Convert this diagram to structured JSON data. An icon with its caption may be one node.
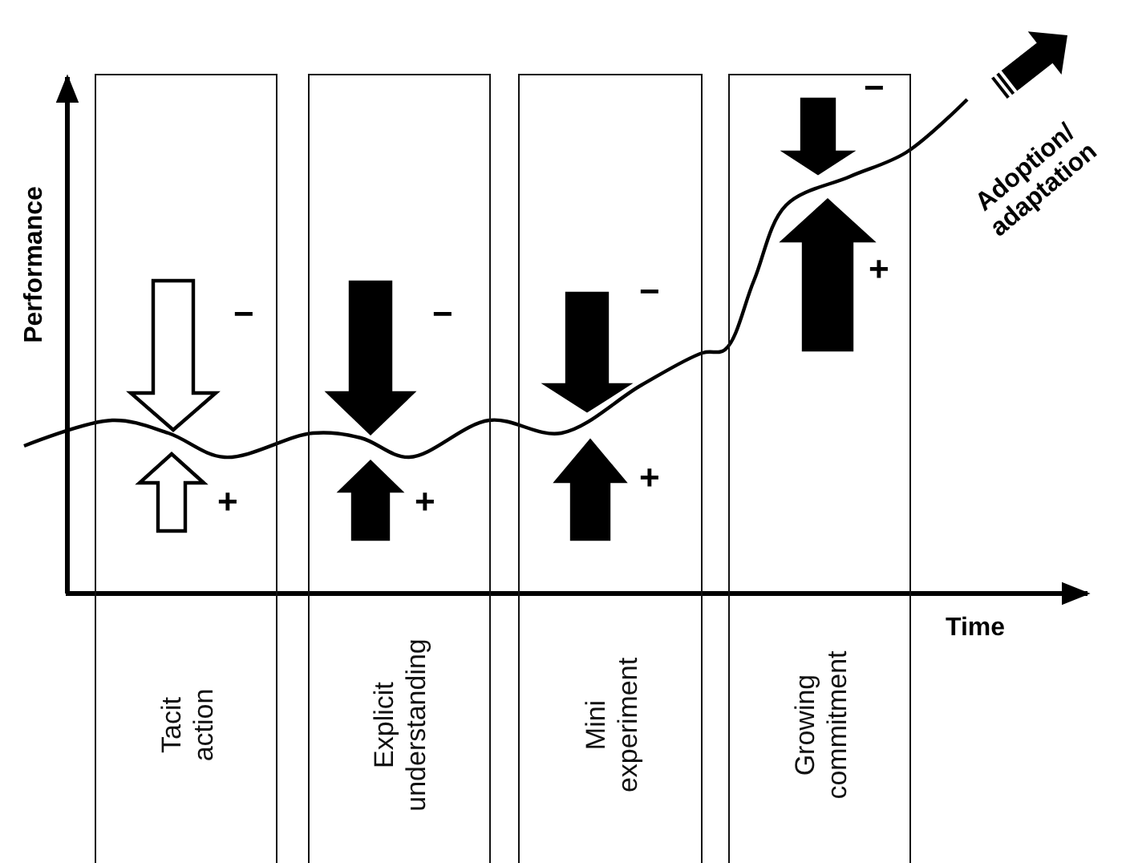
{
  "diagram": {
    "nodes": [
      {
        "text": [
          "Tacit action"
        ]
      },
      {
        "text": [
          "Explicit understanding"
        ]
      },
      {
        "text": [
          "Mini experiment"
        ]
      },
      {
        "text": [
          "Growing commitment"
        ]
      }
    ],
    "edges": [],
    "labels": [
      "−",
      "Adoption/ adaptation",
      "Performance",
      "+",
      "−",
      "−",
      "−",
      "+",
      "+",
      "+",
      "Time"
    ]
  }
}
